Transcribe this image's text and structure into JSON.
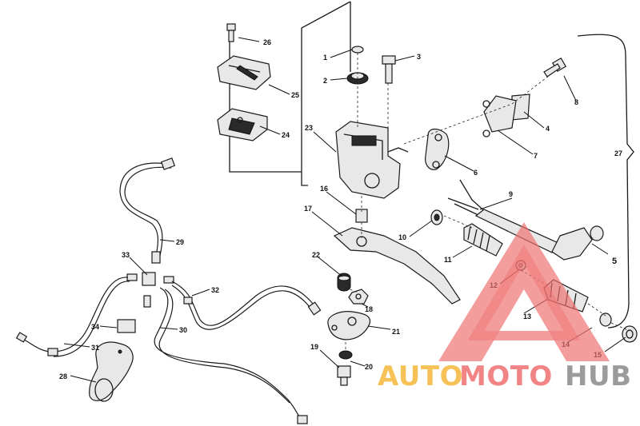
{
  "labels": {
    "p1": "1",
    "p2": "2",
    "p3": "3",
    "p4": "4",
    "p5": "5",
    "p6": "6",
    "p7": "7",
    "p8": "8",
    "p9": "9",
    "p10": "10",
    "p11": "11",
    "p12": "12",
    "p13": "13",
    "p14": "14",
    "p15": "15",
    "p16": "16",
    "p17": "17",
    "p18": "18",
    "p19": "19",
    "p20": "20",
    "p21": "21",
    "p22": "22",
    "p23": "23",
    "p24": "24",
    "p25": "25",
    "p26": "26",
    "p27": "27",
    "p28": "28",
    "p29": "29",
    "p30": "30",
    "p31": "31",
    "p32": "32",
    "p33": "33",
    "p34": "34"
  },
  "watermark": {
    "word_auto": "AUTO",
    "word_moto": "MOTO",
    "word_hub": "HUB",
    "colors": {
      "auto": "#f5b83a",
      "moto": "#ef6f6f",
      "hub": "#8a8a8a",
      "triangle": "#ef6f6f"
    }
  }
}
